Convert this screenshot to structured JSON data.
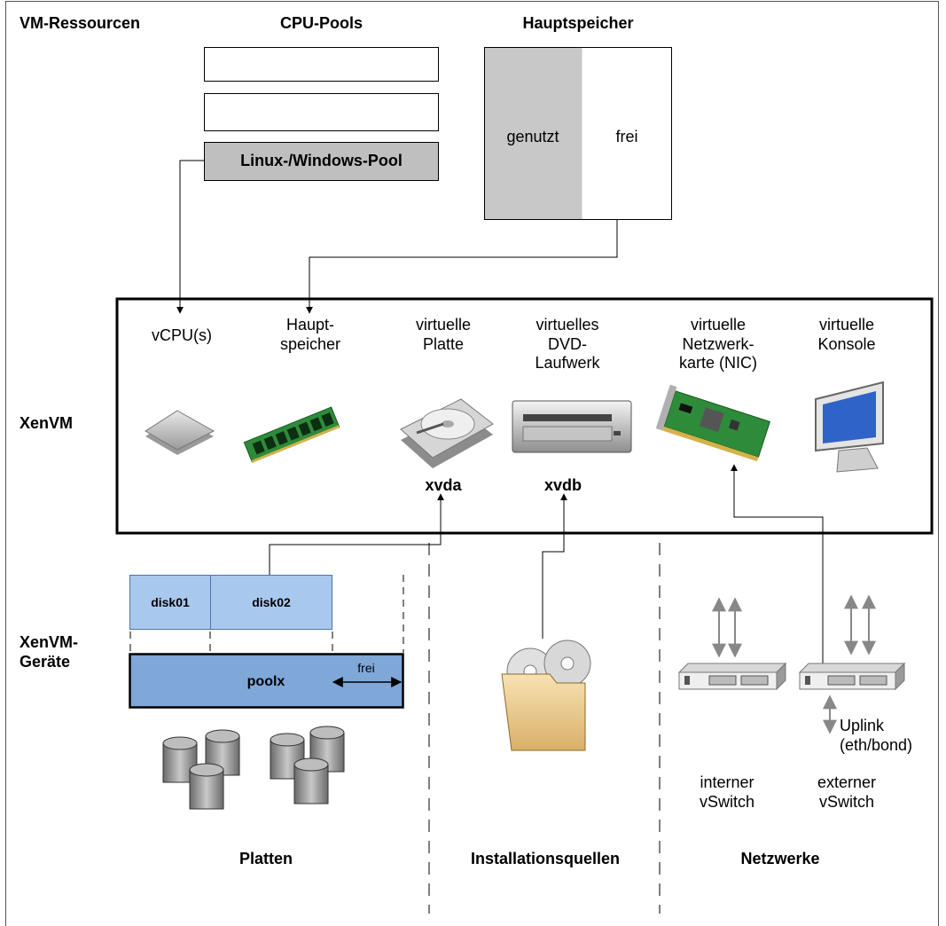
{
  "header": {
    "vm_resources": "VM-Ressourcen",
    "cpu_pools": "CPU-Pools",
    "main_memory": "Hauptspeicher"
  },
  "cpu_pool_list": {
    "linux_windows_pool": "Linux-/Windows-Pool"
  },
  "memory_bar": {
    "used": "genutzt",
    "free": "frei"
  },
  "row_labels": {
    "xenvm": "XenVM",
    "xenvm_devices": "XenVM-\nGeräte"
  },
  "xenvm": {
    "vcpu": "vCPU(s)",
    "memory": "Haupt-\nspeicher",
    "disk": "virtuelle\nPlatte",
    "dvd": "virtuelles\nDVD-\nLaufwerk",
    "nic": "virtuelle\nNetzwerk-\nkarte (NIC)",
    "console": "virtuelle\nKonsole",
    "xvda": "xvda",
    "xvdb": "xvdb"
  },
  "storage": {
    "disk01": "disk01",
    "disk02": "disk02",
    "pool": "poolx",
    "pool_free": "frei"
  },
  "network": {
    "uplink": "Uplink\n(eth/bond)",
    "internal_switch": "interner\nvSwitch",
    "external_switch": "externer\nvSwitch"
  },
  "sections": {
    "disks": "Platten",
    "install_sources": "Installationsquellen",
    "networks": "Netzwerke"
  },
  "colors": {
    "pool_gray": "#bfbfbf",
    "memory_used": "#c8c8c8",
    "disk_blue": "#a8c8ee",
    "pool_blue": "#7fa7d7",
    "pcb_green": "#2e8b3a"
  }
}
